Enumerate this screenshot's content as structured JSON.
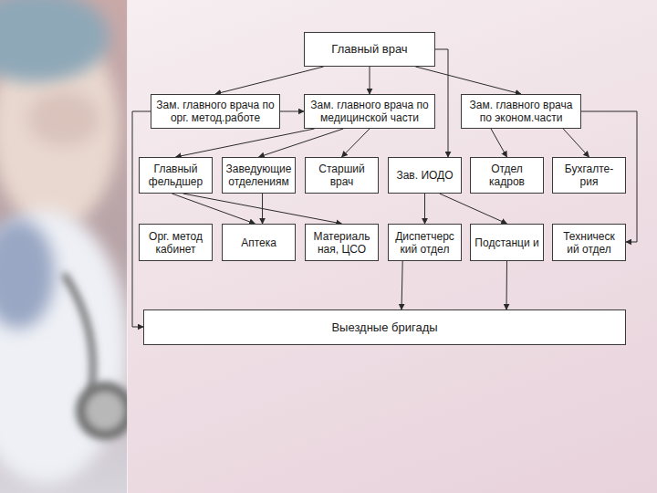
{
  "diagram": {
    "nodes": [
      {
        "text": [
          "Главный врач"
        ]
      },
      {
        "text": [
          "Зам. главного врача по орг. метод.работе"
        ]
      },
      {
        "text": [
          "Зам. главного врача по медицинской части"
        ]
      },
      {
        "text": [
          "Зам. главного врача по эконом.части"
        ]
      },
      {
        "text": [
          "Главный фельдшер"
        ]
      },
      {
        "text": [
          "Заведующие отделениям"
        ]
      },
      {
        "text": [
          "Старший врач"
        ]
      },
      {
        "text": [
          "Зав. ИОДО"
        ]
      },
      {
        "text": [
          "Отдел кадров"
        ]
      },
      {
        "text": [
          "Бухгалте- рия"
        ]
      },
      {
        "text": [
          "Орг. метод кабинет"
        ]
      },
      {
        "text": [
          "Аптека"
        ]
      },
      {
        "text": [
          "Материаль ная, ЦСО"
        ]
      },
      {
        "text": [
          "Диспетчерс кий отдел"
        ]
      },
      {
        "text": [
          "Подстанци и"
        ]
      },
      {
        "text": [
          "Техническ ий отдел"
        ]
      },
      {
        "text": [
          "Выездные бригады"
        ]
      }
    ],
    "edges": [
      {
        "from": 0,
        "to": 1,
        "arrow": "to"
      },
      {
        "from": 0,
        "to": 2,
        "arrow": "to"
      },
      {
        "from": 0,
        "to": 3,
        "arrow": "to"
      },
      {
        "from": 0,
        "to": 7,
        "arrow": "to"
      },
      {
        "from": 1,
        "to": 2,
        "arrow": "to"
      },
      {
        "from": 2,
        "to": 4,
        "arrow": "to"
      },
      {
        "from": 2,
        "to": 5,
        "arrow": "to"
      },
      {
        "from": 2,
        "to": 6,
        "arrow": "to"
      },
      {
        "from": 3,
        "to": 8,
        "arrow": "to"
      },
      {
        "from": 3,
        "to": 9,
        "arrow": "to"
      },
      {
        "from": 4,
        "to": 11,
        "arrow": "to"
      },
      {
        "from": 4,
        "to": 12,
        "arrow": "to"
      },
      {
        "from": 5,
        "to": 11,
        "arrow": "to"
      },
      {
        "from": 7,
        "to": 13,
        "arrow": "to"
      },
      {
        "from": 7,
        "to": 14,
        "arrow": "to"
      },
      {
        "from": 3,
        "to": 15,
        "arrow": "to"
      },
      {
        "from": 1,
        "to": 16,
        "arrow": "to"
      },
      {
        "from": 13,
        "to": 16,
        "arrow": "to"
      },
      {
        "from": 14,
        "to": 16,
        "arrow": "to"
      }
    ]
  }
}
